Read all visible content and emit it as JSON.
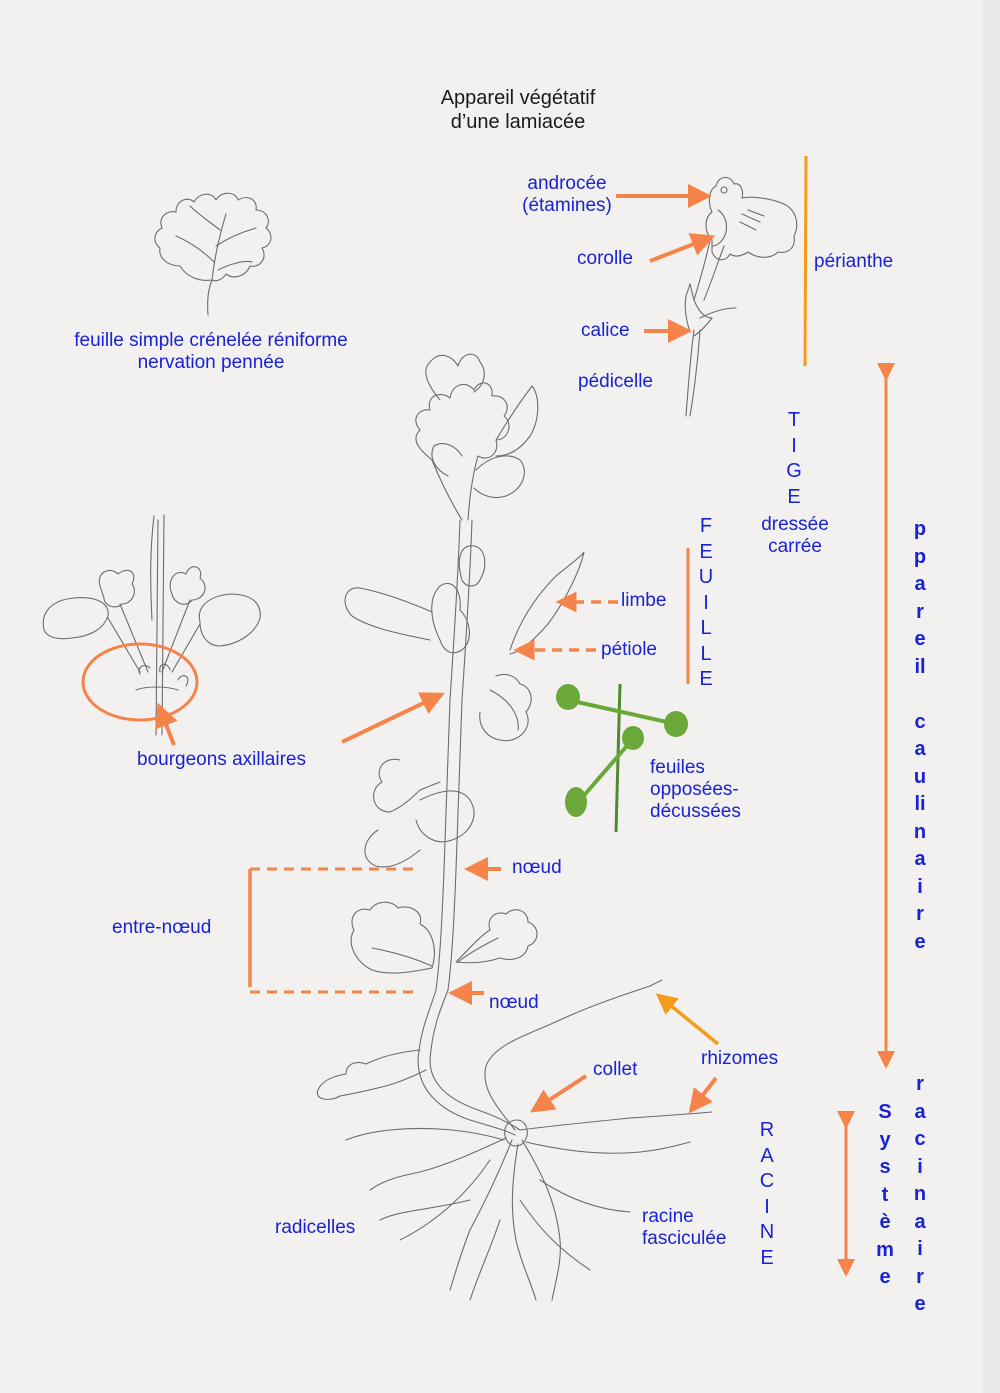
{
  "title": {
    "line1": "Appareil végétatif",
    "line2": "d’une lamiacée"
  },
  "colors": {
    "label_blue": "#1a22d6",
    "arrow_orange": "#f5834a",
    "line_amber": "#f59b1c",
    "green": "#6aa83a",
    "paper": "#f2f1ef",
    "pencil": "#6c6c72"
  },
  "flower": {
    "androcee_line1": "androcée",
    "androcee_line2": "(étamines)",
    "corolle": "corolle",
    "calice": "calice",
    "pedicelle": "pédicelle",
    "perianthe": "périanthe"
  },
  "leaf_detail": {
    "line1": "feuille simple crénelée réniforme",
    "line2": "nervation pennée"
  },
  "tige": {
    "letters": [
      "T",
      "I",
      "G",
      "E"
    ],
    "line1": "dressée",
    "line2": "carrée"
  },
  "feuille": {
    "letters": [
      "F",
      "E",
      "U",
      "I",
      "L",
      "L",
      "E"
    ],
    "limbe": "limbe",
    "petiole": "pétiole"
  },
  "phyllotaxy": {
    "line1": "feuiles",
    "line2": "opposées-",
    "line3": "décussées"
  },
  "bourgeons": "bourgeons axillaires",
  "noeud_top": "nœud",
  "noeud_bottom": "nœud",
  "entre_noeud": "entre-nœud",
  "collet": "collet",
  "rhizomes": "rhizomes",
  "radicelles": "radicelles",
  "racine_fasciculee": {
    "line1": "racine",
    "line2": "fasciculée"
  },
  "racine": {
    "letters": [
      "R",
      "A",
      "C",
      "I",
      "N",
      "E"
    ]
  },
  "appareil_caulinaire": {
    "letters": [
      "p",
      "p",
      "a",
      "r",
      "e",
      "il",
      "",
      "c",
      "a",
      "u",
      "li",
      "n",
      "a",
      "i",
      "r",
      "e"
    ]
  },
  "systeme": {
    "letters": [
      "S",
      "y",
      "s",
      "t",
      "è",
      "m",
      "e"
    ]
  },
  "racinaire": {
    "letters": [
      "r",
      "a",
      "c",
      "i",
      "n",
      "a",
      "i",
      "r",
      "e"
    ]
  }
}
